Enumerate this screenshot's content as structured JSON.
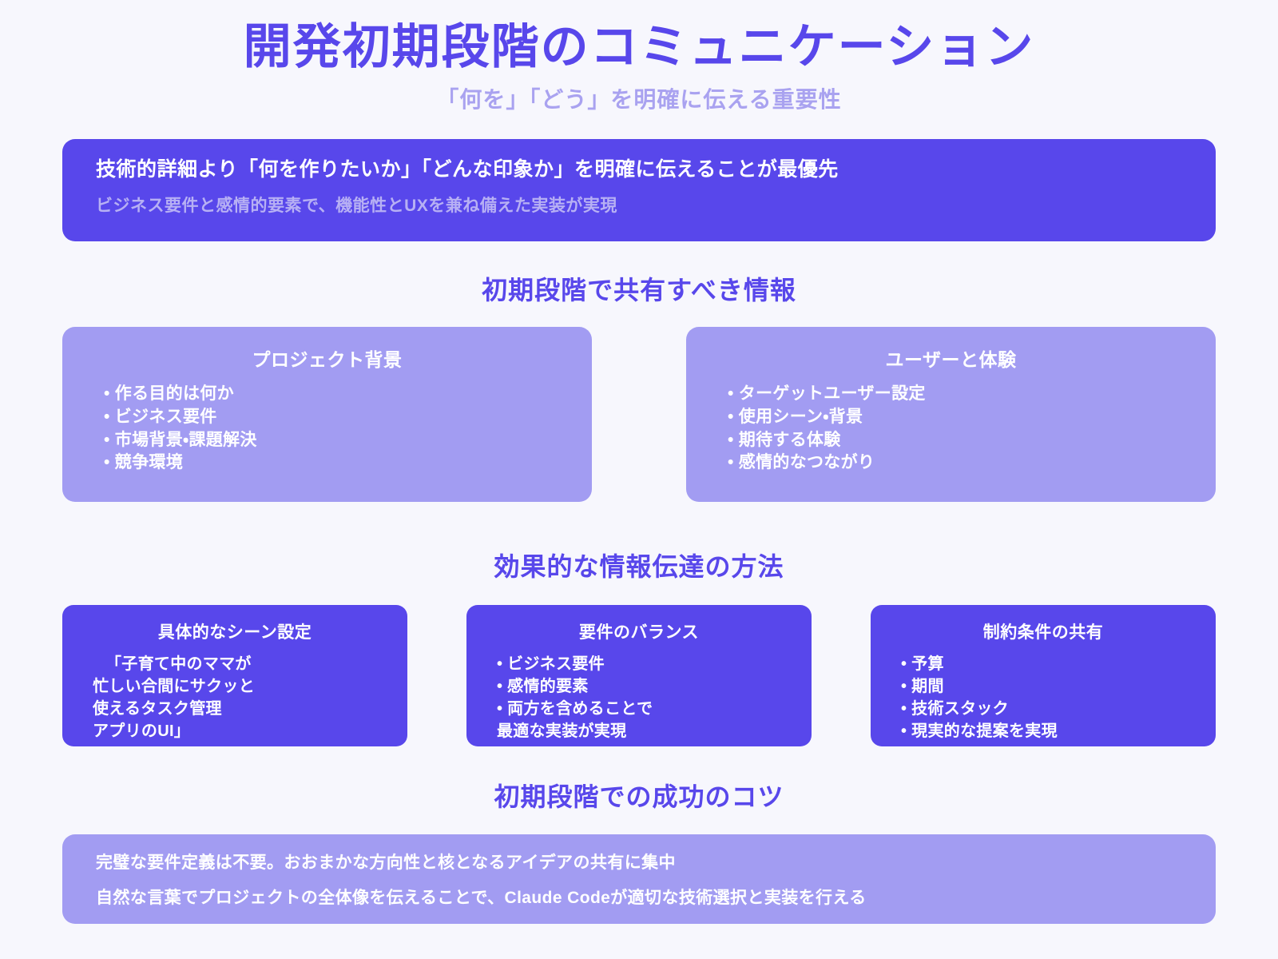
{
  "page": {
    "background_color": "#f7f7fd",
    "accent_color": "#5847eb",
    "accent_light_color": "#a29cf2",
    "subtitle_color": "#a9a2f0"
  },
  "header": {
    "title": "開発初期段階のコミュニケーション",
    "subtitle": "「何を」「どう」を明確に伝える重要性"
  },
  "hero": {
    "headline": "技術的詳細より「何を作りたいか」「どんな印象か」を明確に伝えることが最優先",
    "subline": "ビジネス要件と感情的要素で、機能性とUXを兼ね備えた実装が実現"
  },
  "sections": [
    {
      "id": "share",
      "heading": "初期段階で共有すべき情報",
      "cards": [
        {
          "title": "プロジェクト背景",
          "items": [
            "作る目的は何か",
            "ビジネス要件",
            "市場背景・課題解決",
            "競争環境"
          ]
        },
        {
          "title": "ユーザーと体験",
          "items": [
            "ターゲットユーザー設定",
            "使用シーン・背景",
            "期待する体験",
            "感情的なつながり"
          ]
        }
      ]
    },
    {
      "id": "methods",
      "heading": "効果的な情報伝達の方法",
      "cards": [
        {
          "title": "具体的なシーン設定",
          "quote_lines": [
            "「子育て中のママが",
            "忙しい合間にサクッと",
            "使えるタスク管理",
            "アプリのUI」"
          ]
        },
        {
          "title": "要件のバランス",
          "items": [
            "ビジネス要件",
            "感情的要素",
            "両方を含めることで"
          ],
          "continuation": "最適な実装が実現"
        },
        {
          "title": "制約条件の共有",
          "items": [
            "予算",
            "期間",
            "技術スタック",
            "現実的な提案を実現"
          ]
        }
      ]
    },
    {
      "id": "tips",
      "heading": "初期段階での成功のコツ"
    }
  ],
  "footer": {
    "line1": "完璧な要件定義は不要。おおまかな方向性と核となるアイデアの共有に集中",
    "line2": "自然な言葉でプロジェクトの全体像を伝えることで、Claude Codeが適切な技術選択と実装を行える"
  }
}
